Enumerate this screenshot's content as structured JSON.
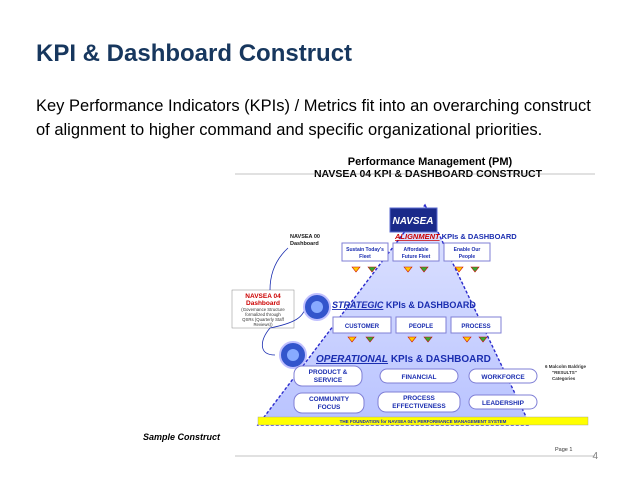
{
  "slide": {
    "title": "KPI & Dashboard Construct",
    "body": "Key Performance Indicators (KPIs) / Metrics fit into an overarching construct of alignment to higher command and specific organizational priorities.",
    "caption": "Sample Construct",
    "page_number": "4"
  },
  "figure": {
    "header_line1": "Performance Management (PM)",
    "header_line2": "NAVSEA 04 KPI & DASHBOARD CONSTRUCT",
    "logo_text": "NAVSEA",
    "alignment": {
      "side_label_line1": "NAVSEA 00",
      "side_label_line2": "Dashboard",
      "heading_prefix": "ALIGNMENT",
      "heading_suffix": " KPIs & DASHBOARD",
      "boxes": [
        {
          "line1": "Sustain Today's",
          "line2": "Fleet"
        },
        {
          "line1": "Affordable",
          "line2": "Future Fleet"
        },
        {
          "line1": "Enable Our",
          "line2": "People"
        }
      ]
    },
    "strategic": {
      "side_label_line1": "NAVSEA 04",
      "side_label_line2": "Dashboard",
      "side_note_line1": "(Governance Structure",
      "side_note_line2": "formalized through",
      "side_note_line3": "QSRs (Quarterly Staff",
      "side_note_line4": "Reviews))",
      "heading_prefix": "STRATEGIC",
      "heading_suffix": " KPIs & DASHBOARD",
      "boxes": [
        "CUSTOMER",
        "PEOPLE",
        "PROCESS"
      ]
    },
    "operational": {
      "heading_prefix": "OPERATIONAL",
      "heading_suffix": " KPIs & DASHBOARD",
      "boxes": [
        {
          "line1": "PRODUCT &",
          "line2": "SERVICE"
        },
        {
          "line1": "FINANCIAL",
          "line2": ""
        },
        {
          "line1": "WORKFORCE",
          "line2": ""
        },
        {
          "line1": "COMMUNITY",
          "line2": "FOCUS"
        },
        {
          "line1": "PROCESS",
          "line2": "EFFECTIVENESS"
        },
        {
          "line1": "LEADERSHIP",
          "line2": ""
        }
      ],
      "note_line1": "6 Malcolm Baldrige",
      "note_line2": "\"RESULTS\"",
      "note_line3": "Categories"
    },
    "foundation": "THE FOUNDATION for NAVSEA 04's PERFORMANCE MANAGEMENT SYSTEM",
    "page_label": "Page 1"
  },
  "colors": {
    "title": "#17375e",
    "navy": "#1f3a93",
    "heading_blue": "#1a2db0",
    "foundation_yellow": "#ffff00",
    "alignment_red": "#cc0000",
    "box_border": "#7f7fd6"
  }
}
